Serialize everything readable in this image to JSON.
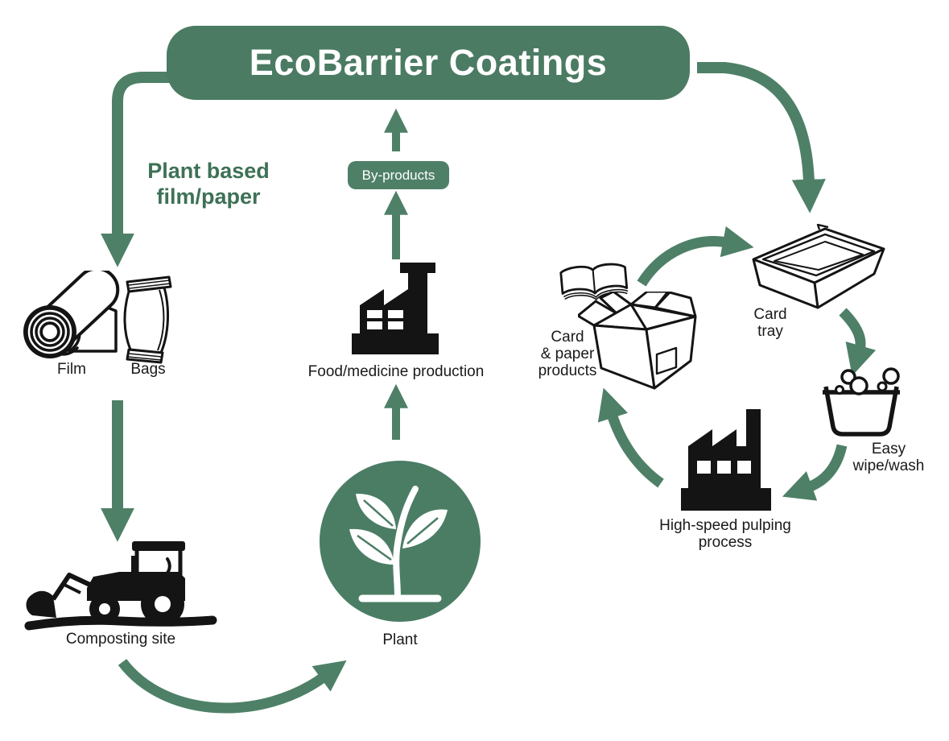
{
  "banner": {
    "title": "EcoBarrier Coatings"
  },
  "labels": {
    "plant_based": {
      "line1": "Plant based",
      "line2": "film/paper"
    },
    "byproducts": "By-products",
    "film": "Film",
    "bags": "Bags",
    "food_production": "Food/medicine production",
    "composting": "Composting site",
    "plant": "Plant",
    "card_paper": {
      "line1": "Card",
      "line2": "& paper",
      "line3": "products"
    },
    "card_tray": {
      "line1": "Card",
      "line2": "tray"
    },
    "easy_wipe": {
      "line1": "Easy",
      "line2": "wipe/wash"
    },
    "pulping": {
      "line1": "High-speed pulping",
      "line2": "process"
    }
  },
  "icons": {
    "film": "film-roll-with-sheet",
    "bags": "sealed-pouch-bag",
    "food_factory": "factory-with-chimney",
    "pulping_factory": "factory-with-chimney",
    "card_tray": "open-card-tray",
    "wash": "basin-with-bubbles",
    "book": "open-book",
    "box": "open-cardboard-box",
    "tractor": "front-loader-tractor",
    "plant": "seedling-in-green-circle"
  },
  "colors": {
    "banner_green": "#4b7b63",
    "arrow_green": "#4e8067",
    "text_green": "#3e7156",
    "icon_black": "#141414",
    "background": "#ffffff"
  }
}
